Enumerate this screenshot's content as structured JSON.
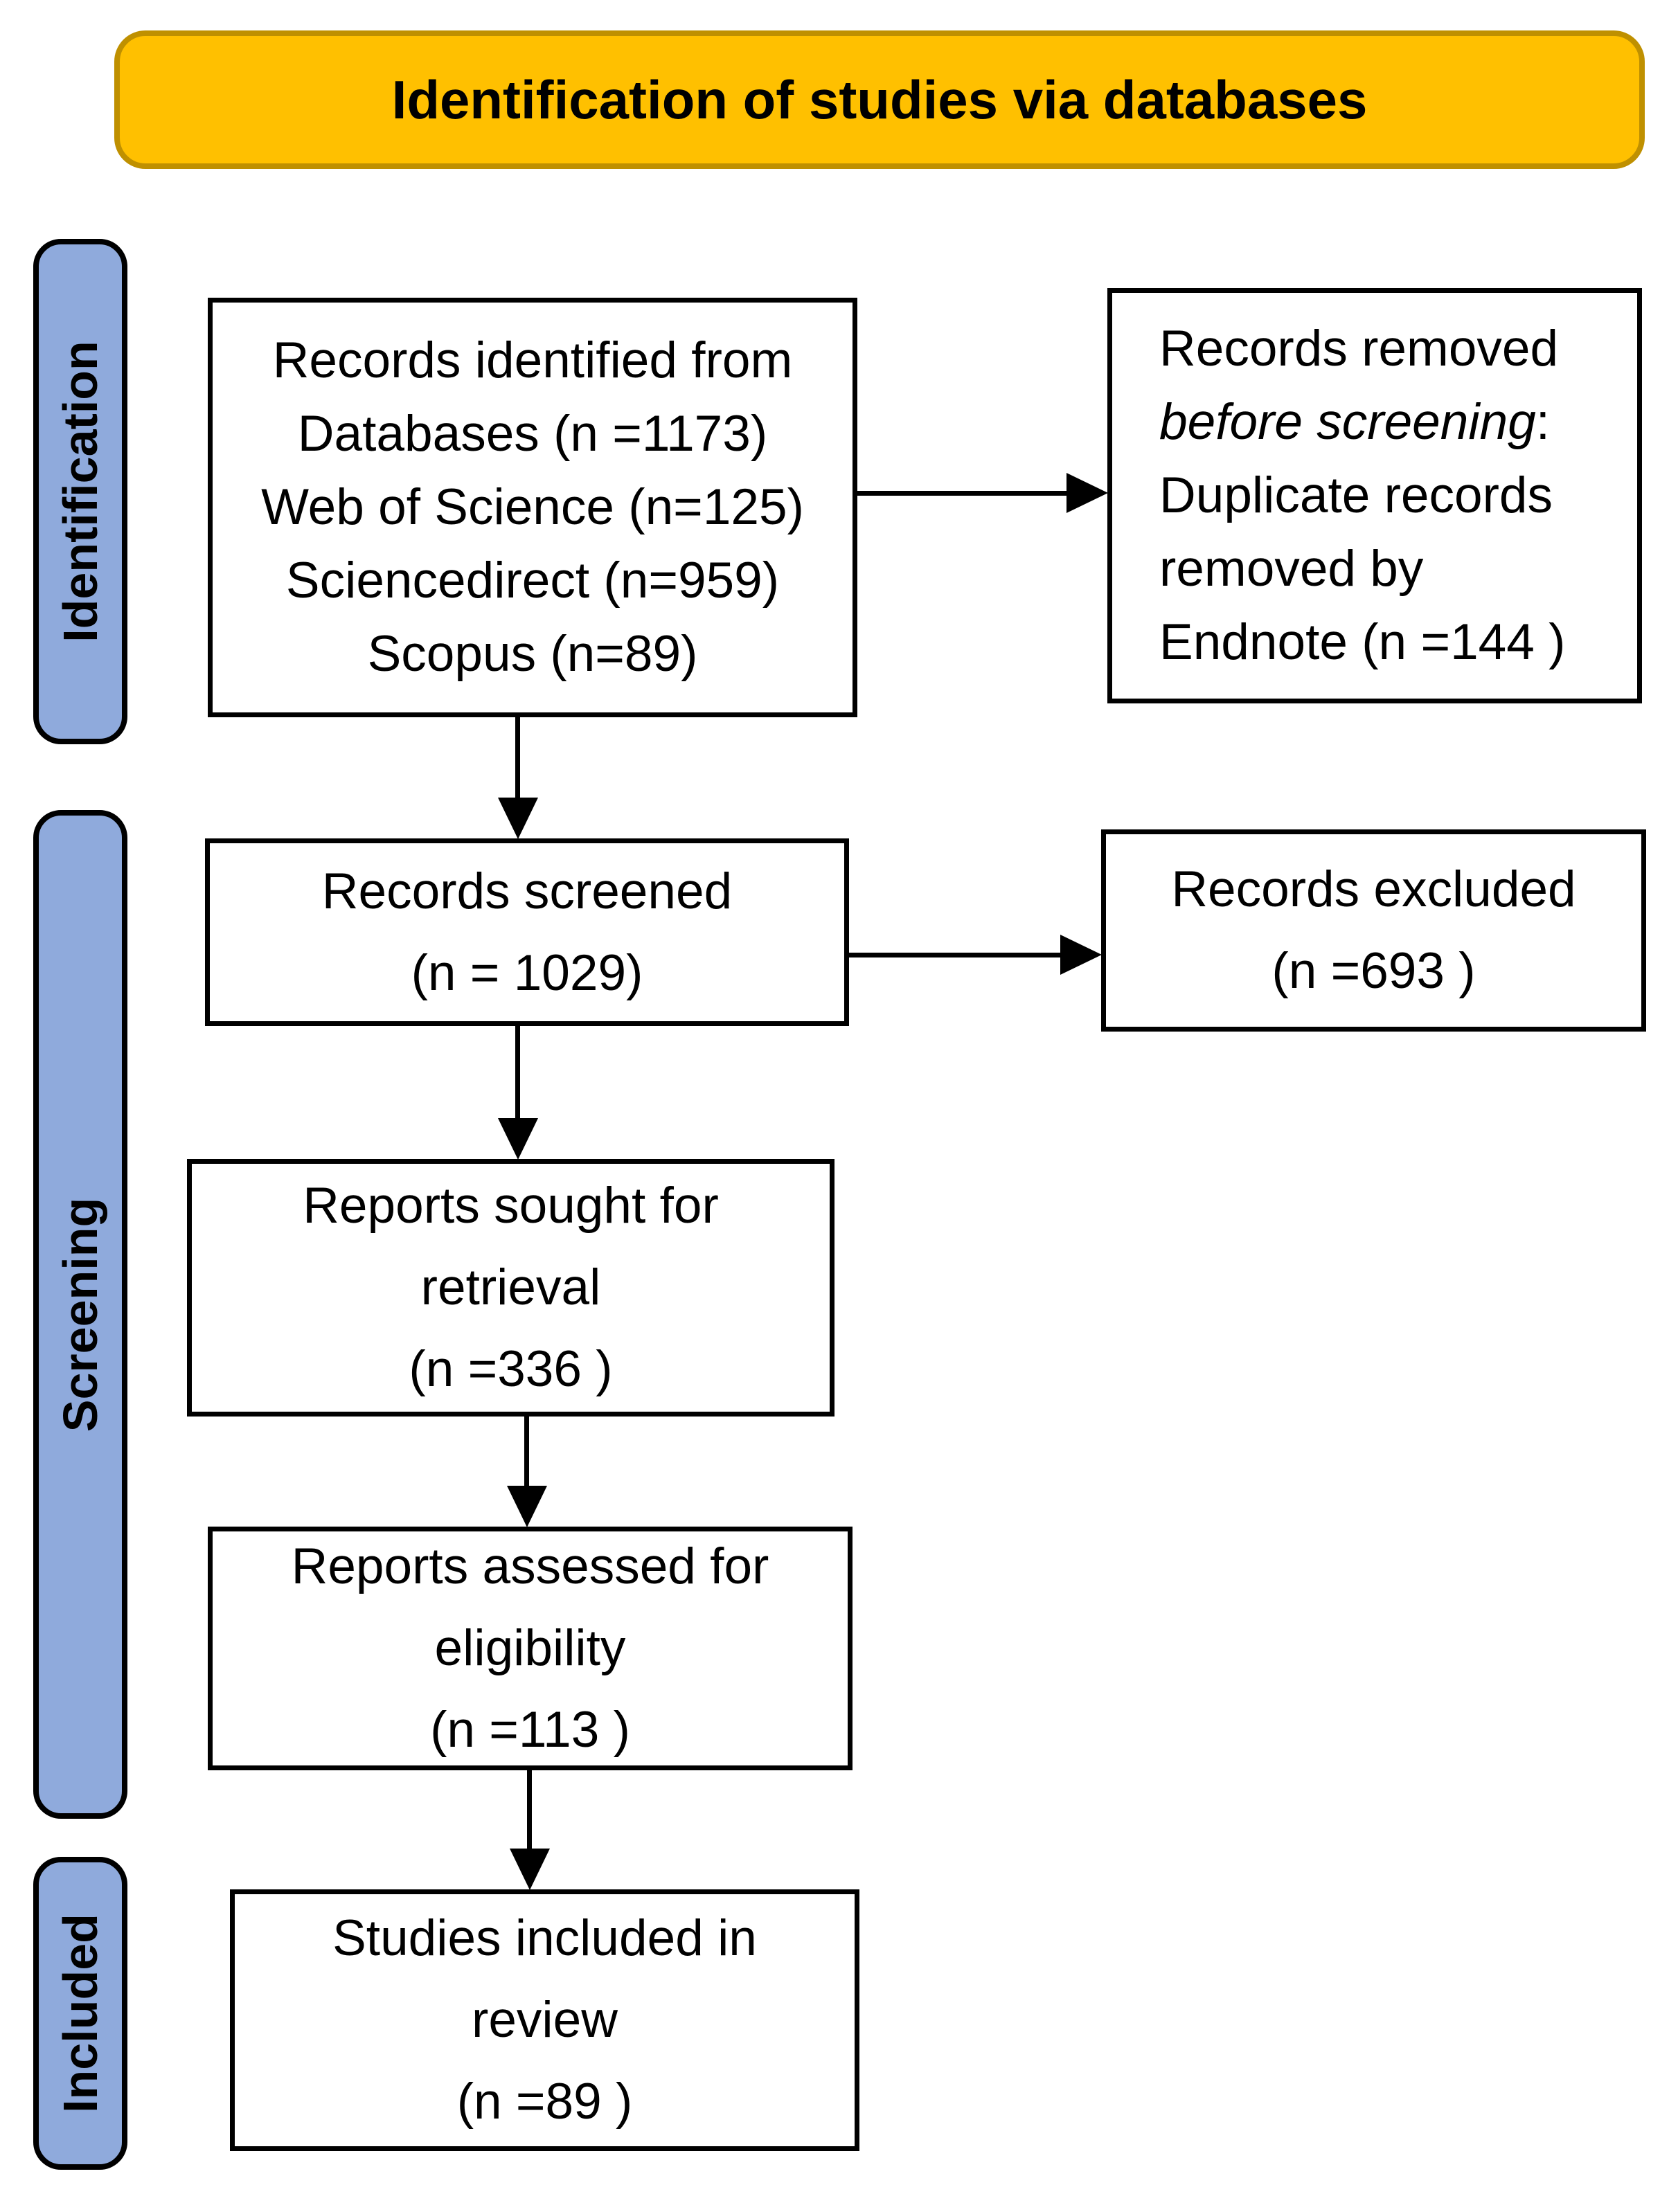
{
  "banner": {
    "title": "Identification of studies via databases"
  },
  "sidebar": {
    "identification_label": "Identification",
    "screening_label": "Screening",
    "included_label": "Included"
  },
  "boxes": {
    "identified": {
      "lines": [
        "Records identified from",
        "Databases (n =1173)",
        "Web of Science (n=125)",
        "Sciencedirect (n=959)",
        "Scopus (n=89)"
      ]
    },
    "removed": {
      "line1": "Records removed",
      "line2_italic": "before screening",
      "line2_rest": ":",
      "line3": "Duplicate records",
      "line4": "removed by",
      "line5": "Endnote (n =144 )"
    },
    "screened": {
      "line1": "Records screened",
      "line2": "(n = 1029)"
    },
    "excluded": {
      "line1": "Records excluded",
      "line2": "(n =693 )"
    },
    "sought": {
      "line1": "Reports sought for",
      "line2": "retrieval",
      "line3": "(n =336 )"
    },
    "assessed": {
      "line1": "Reports assessed for",
      "line2": "eligibility",
      "line3": "(n =113 )"
    },
    "included_review": {
      "line1": "Studies included in",
      "line2": "review",
      "line3": "(n =89 )"
    }
  },
  "colors": {
    "banner_fill": "#FFC000",
    "banner_border": "#BF9000",
    "sidebar_fill": "#8FAADC",
    "outline": "#000000",
    "box_fill": "#FFFFFF"
  }
}
